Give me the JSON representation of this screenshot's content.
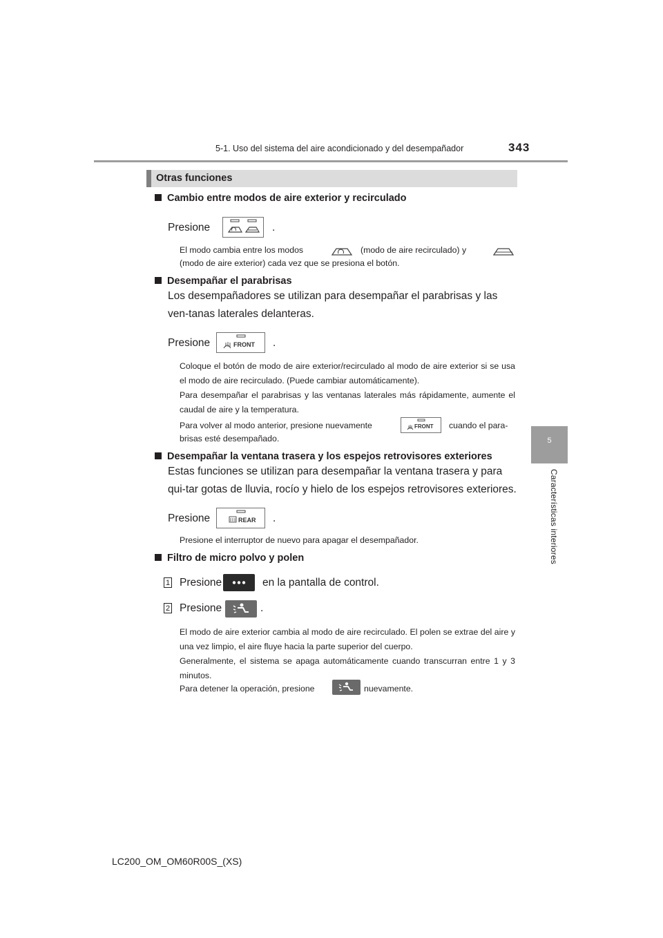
{
  "header": {
    "chapter_title": "5-1. Uso del sistema del aire acondicionado y del desempañador",
    "page_number": "343"
  },
  "side_tab": {
    "number": "5",
    "label": "Características interiores"
  },
  "section": {
    "title": "Otras funciones"
  },
  "sections": [
    {
      "heading": "Cambio entre modos de aire exterior y recirculado",
      "press_prefix": "Presione",
      "press_suffix": ".",
      "note_part1": "El modo cambia entre los modos",
      "note_part2": "(modo de aire recirculado) y",
      "note_part3": "(modo de aire exterior) cada vez que se presiona el botón."
    },
    {
      "heading": "Desempañar el parabrisas",
      "body": "Los desempañadores se utilizan para desempañar el parabrisas y las ven-tanas laterales delanteras.",
      "press_prefix": "Presione",
      "press_suffix": ".",
      "button_label": "FRONT",
      "note1": "Coloque el botón de modo de aire exterior/recirculado al modo de aire exterior si se usa el modo de aire recirculado. (Puede cambiar automáticamente).",
      "note2": "Para desempañar el parabrisas y las ventanas laterales más rápidamente, aumente el caudal de aire y la temperatura.",
      "note3_part1": "Para volver al modo anterior, presione nuevamente",
      "note3_part2": "cuando el para-",
      "note3_part3": "brisas esté desempañado."
    },
    {
      "heading": "Desempañar la ventana trasera y los espejos retrovisores exteriores",
      "body": "Estas funciones se utilizan para desempañar la ventana trasera y para qui-tar gotas de lluvia, rocío y hielo de los espejos retrovisores exteriores.",
      "press_prefix": "Presione",
      "press_suffix": ".",
      "button_label": "REAR",
      "note": "Presione el interruptor de nuevo para apagar el desempañador."
    },
    {
      "heading": "Filtro de micro polvo y polen",
      "step1_number": "1",
      "step1_prefix": "Presione",
      "step1_suffix": "en la pantalla de control.",
      "step2_number": "2",
      "step2_prefix": "Presione",
      "step2_suffix": ".",
      "note1": "El modo de aire exterior cambia al modo de aire recirculado. El polen se extrae del aire y una vez limpio, el aire fluye hacia la parte superior del cuerpo.",
      "note2": "Generalmente, el sistema se apaga automáticamente cuando transcurran entre 1 y 3 minutos.",
      "note3_prefix": "Para detener la operación, presione",
      "note3_suffix": "nuevamente."
    }
  ],
  "footer": {
    "text": "LC200_OM_OM60R00S_(XS)"
  }
}
